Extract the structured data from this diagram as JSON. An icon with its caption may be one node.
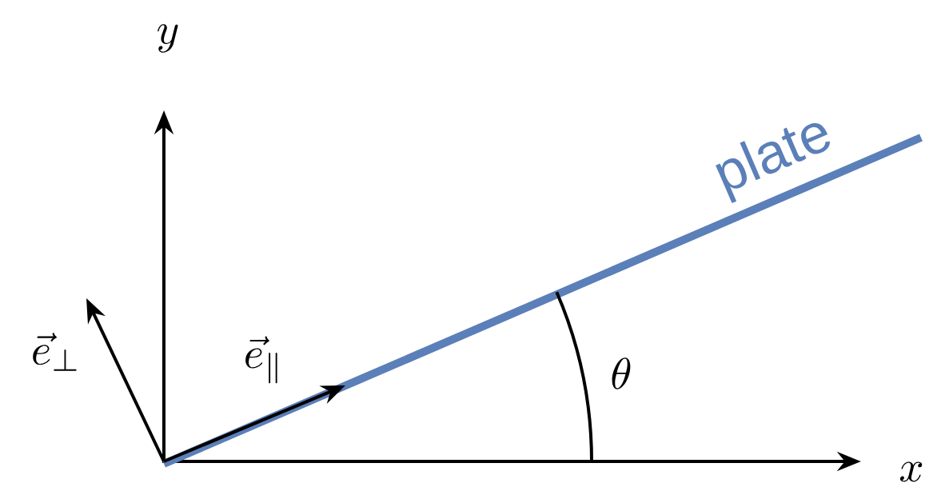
{
  "diagram": {
    "labels": [
      "y",
      "plate",
      "\\vec{e}_{\\perp}",
      "\\vec{e}_{\\parallel}",
      "\\theta",
      "x"
    ]
  }
}
